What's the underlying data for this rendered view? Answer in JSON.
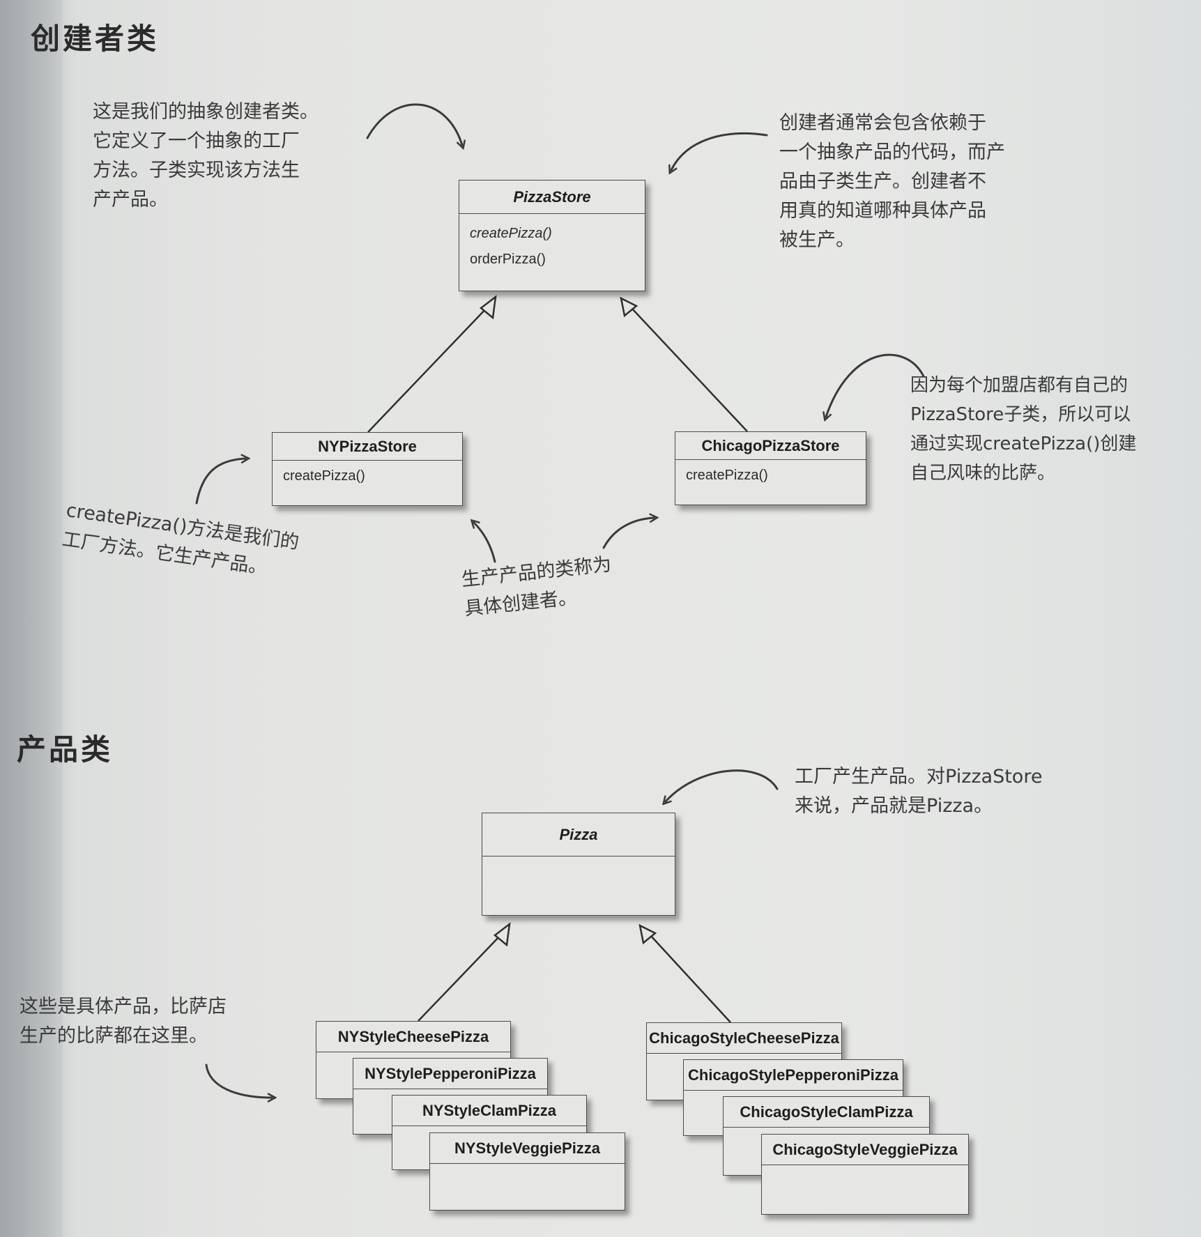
{
  "sections": {
    "creator_heading": "创建者类",
    "product_heading": "产品类"
  },
  "classes": {
    "pizzastore": {
      "name": "PizzaStore",
      "methods": [
        "createPizza()",
        "orderPizza()"
      ]
    },
    "nypizzastore": {
      "name": "NYPizzaStore",
      "methods": [
        "createPizza()"
      ]
    },
    "chicagopizzastore": {
      "name": "ChicagoPizzaStore",
      "methods": [
        "createPizza()"
      ]
    },
    "pizza": {
      "name": "Pizza"
    },
    "ny_products": [
      "NYStyleCheesePizza",
      "NYStylePepperoniPizza",
      "NYStyleClamPizza",
      "NYStyleVeggiePizza"
    ],
    "chicago_products": [
      "ChicagoStyleCheesePizza",
      "ChicagoStylePepperoniPizza",
      "ChicagoStyleClamPizza",
      "ChicagoStyleVeggiePizza"
    ]
  },
  "notes": {
    "abstract_creator": [
      "这是我们的抽象创建者类。",
      "它定义了一个抽象的工厂",
      "方法。子类实现该方法生",
      "产产品。"
    ],
    "creator_code": [
      "创建者通常会包含依赖于",
      "一个抽象产品的代码，而产",
      "品由子类生产。创建者不",
      "用真的知道哪种具体产品",
      "被生产。"
    ],
    "franchise": [
      "因为每个加盟店都有自己的",
      "PizzaStore子类，所以可以",
      "通过实现createPizza()创建",
      "自己风味的比萨。"
    ],
    "factory_method": [
      "createPizza()方法是我们的",
      "工厂方法。它生产产品。"
    ],
    "concrete_creators": [
      "生产产品的类称为",
      "具体创建者。"
    ],
    "factory_product": [
      "工厂产生产品。对PizzaStore",
      "来说，产品就是Pizza。"
    ],
    "concrete_products": [
      "这些是具体产品，比萨店",
      "生产的比萨都在这里。"
    ]
  }
}
